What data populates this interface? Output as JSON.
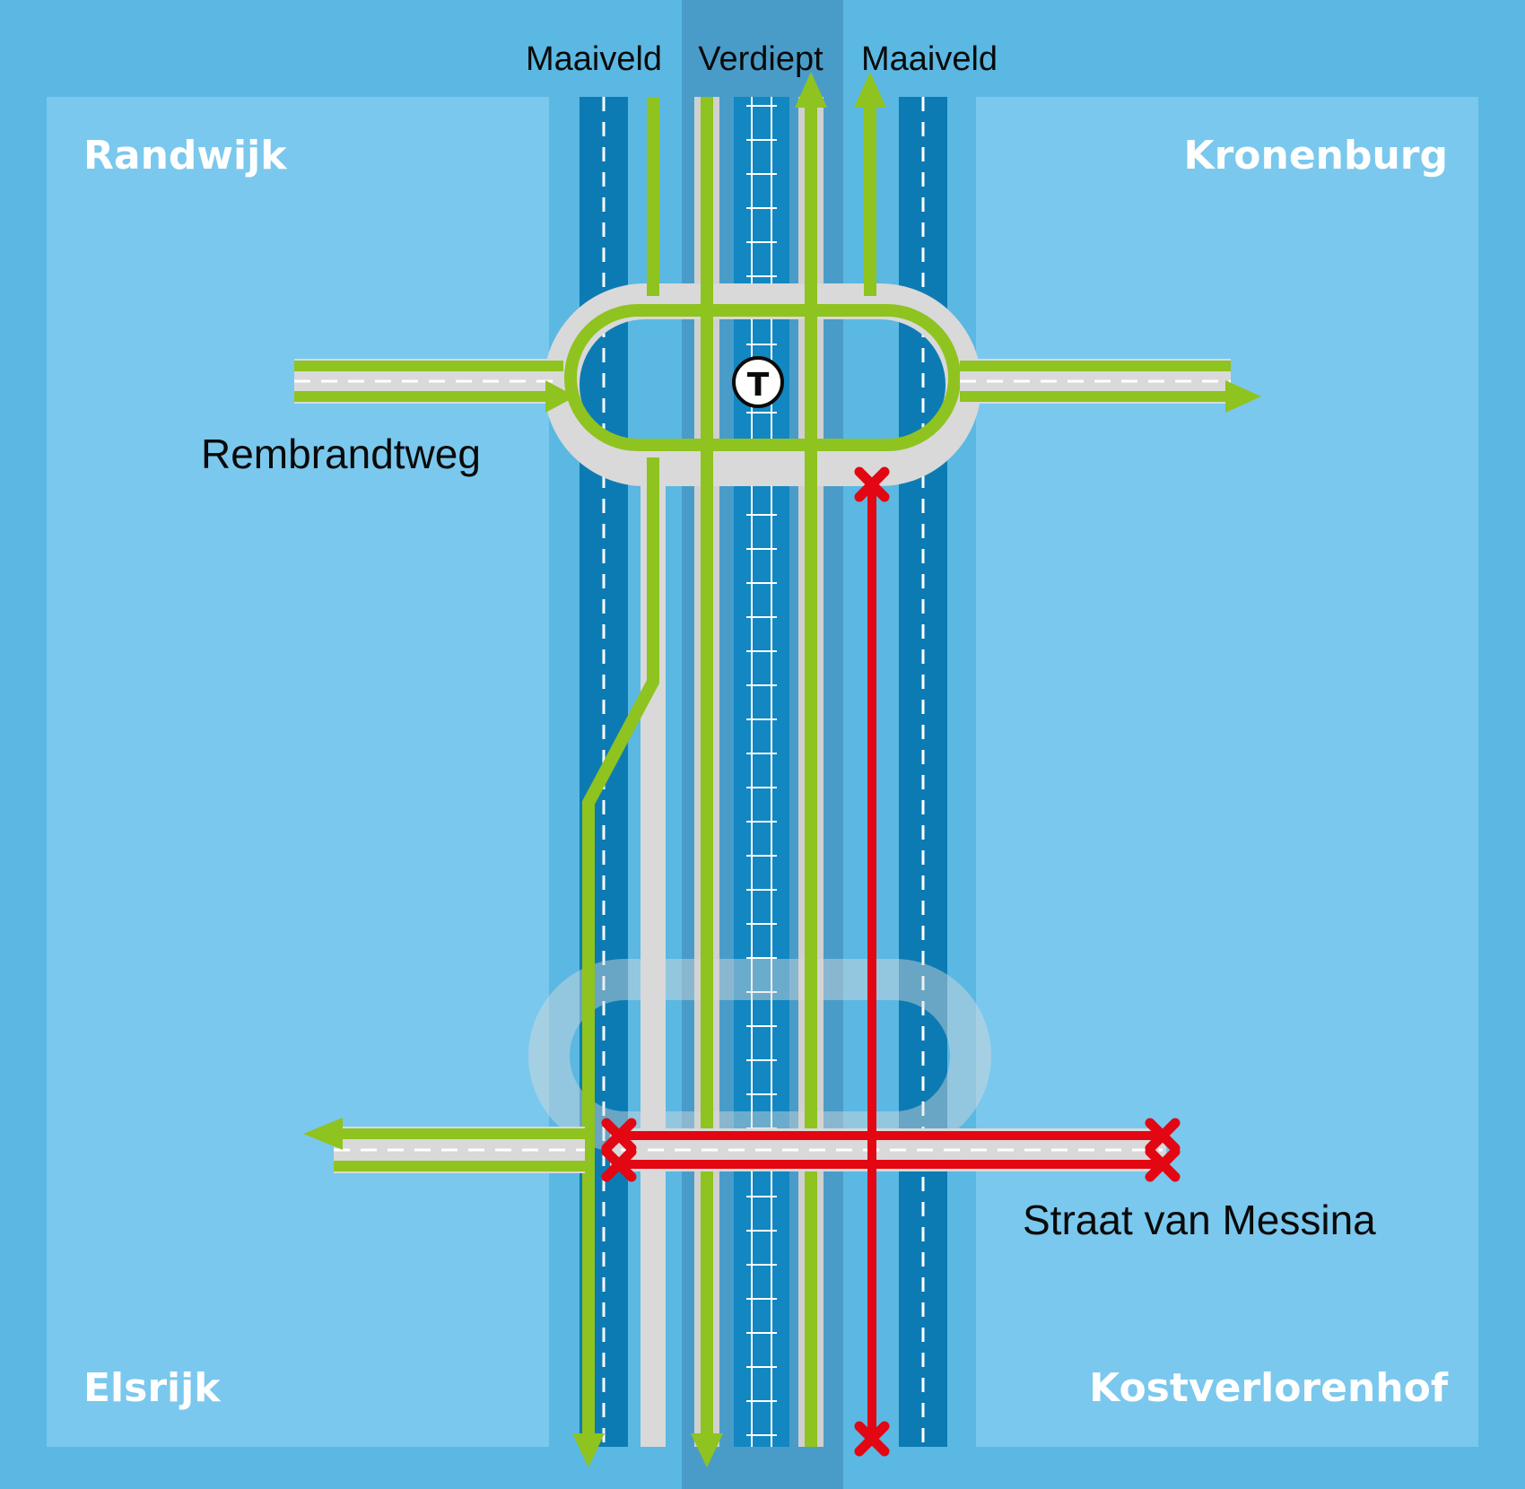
{
  "map": {
    "columns": {
      "left": "Maaiveld",
      "center": "Verdiept",
      "right": "Maaiveld"
    },
    "districts": {
      "top_left": "Randwijk",
      "top_right": "Kronenburg",
      "bottom_left": "Elsrijk",
      "bottom_right": "Kostverlorenhof"
    },
    "streets": {
      "north_crossing": "Rembrandtweg",
      "south_crossing": "Straat van Messina"
    },
    "tram_stop": "T",
    "colors": {
      "water": "#5ab8e3",
      "land": "#7ac8ed",
      "carriageway": "#0d7bb3",
      "sunken_band": "#4a9cc8",
      "road_surface": "#d9d9d9",
      "route_open": "#8fc31f",
      "route_closed": "#e30613",
      "text_dark": "#0a0a0a",
      "text_light": "#ffffff"
    }
  }
}
